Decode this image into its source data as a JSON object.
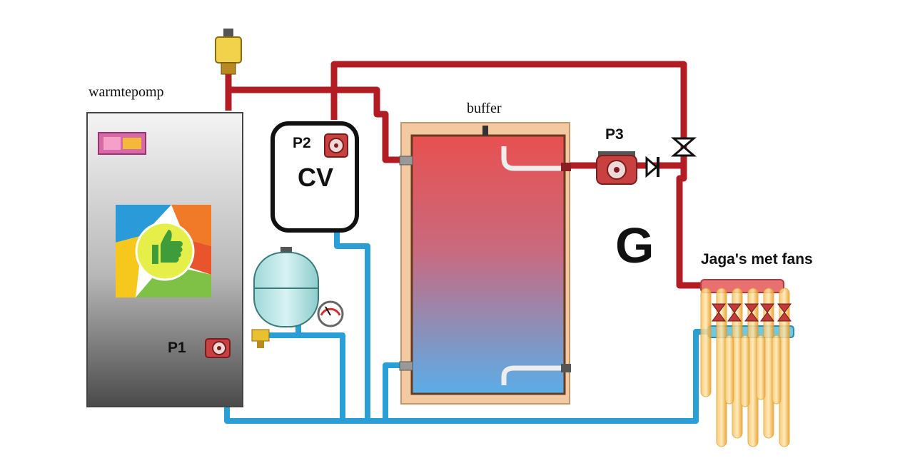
{
  "labels": {
    "heat_pump": "warmtepomp",
    "buffer": "buffer",
    "pump1": "P1",
    "pump2": "P2",
    "pump3": "P3",
    "boiler": "CV",
    "marker": "G",
    "radiators": "Jaga's met fans"
  },
  "colors": {
    "hot_pipe": "#b21d24",
    "cold_pipe": "#2a9fd6",
    "tank_top": "#e85050",
    "tank_bottom": "#5aaee8",
    "tank_jacket": "#f2c9a0",
    "radiator": "#f0a020"
  },
  "icons": {
    "heat_pump_logo": "thumbs-up-icon",
    "valve": "check-valve-icon",
    "gauge": "pressure-gauge-icon"
  }
}
